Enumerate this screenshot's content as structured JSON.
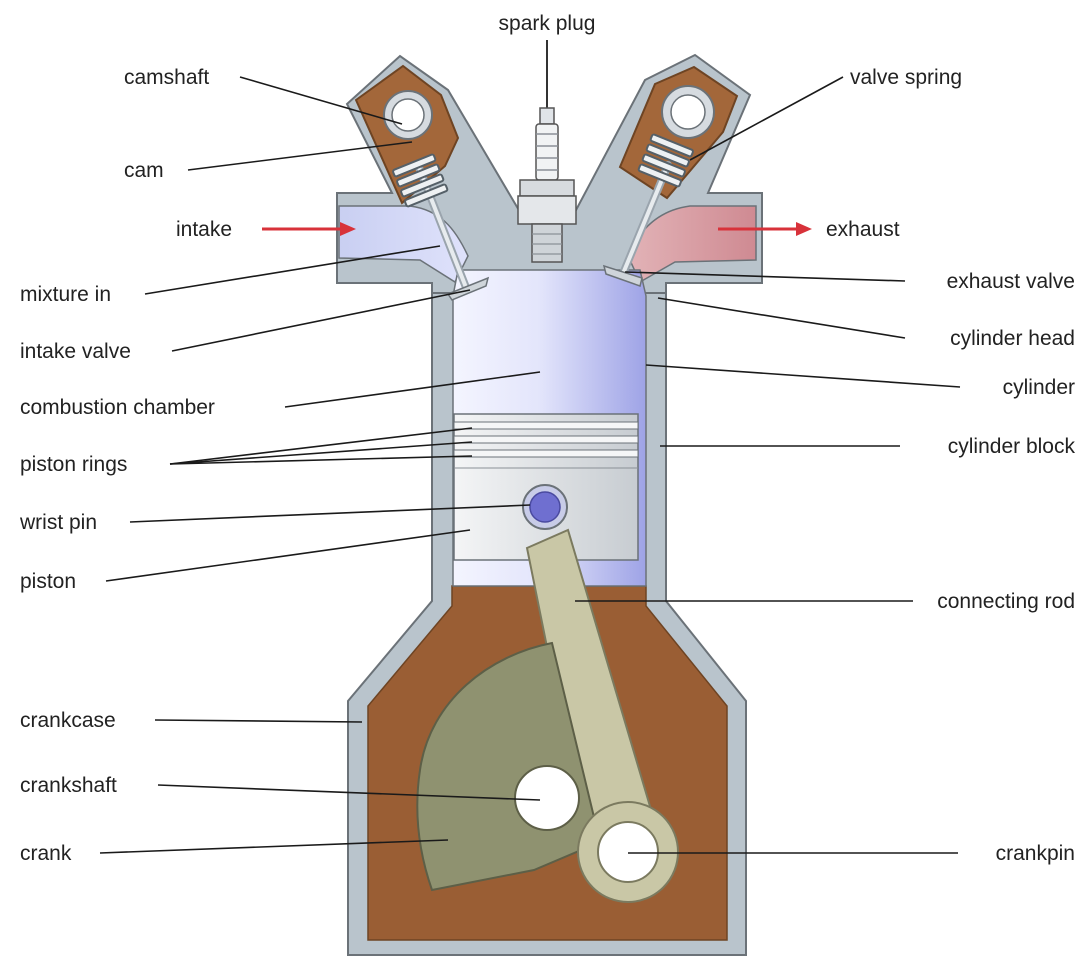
{
  "labels": {
    "spark_plug": "spark plug",
    "camshaft": "camshaft",
    "valve_spring": "valve spring",
    "cam": "cam",
    "intake": "intake",
    "exhaust": "exhaust",
    "mixture_in": "mixture in",
    "exhaust_valve": "exhaust valve",
    "intake_valve": "intake valve",
    "cylinder_head": "cylinder head",
    "combustion_chamber": "combustion chamber",
    "cylinder": "cylinder",
    "piston_rings": "piston rings",
    "cylinder_block": "cylinder block",
    "wrist_pin": "wrist pin",
    "piston": "piston",
    "connecting_rod": "connecting rod",
    "crankcase": "crankcase",
    "crankshaft": "crankshaft",
    "crank": "crank",
    "crankpin": "crankpin"
  },
  "colors": {
    "block": "#b9c4cc",
    "oil": "#9a5e34",
    "cam_housing": "#a3673a",
    "intake_gas": "#c6cdf0",
    "exhaust_gas": "#d9a0a6",
    "cylinder_gas": "#c4c8ee",
    "piston": "#dfe3e6",
    "wrist_pin": "#6f6fd0",
    "rod": "#c9c7a6",
    "crank": "#8f9270",
    "arrow": "#d8323a"
  }
}
